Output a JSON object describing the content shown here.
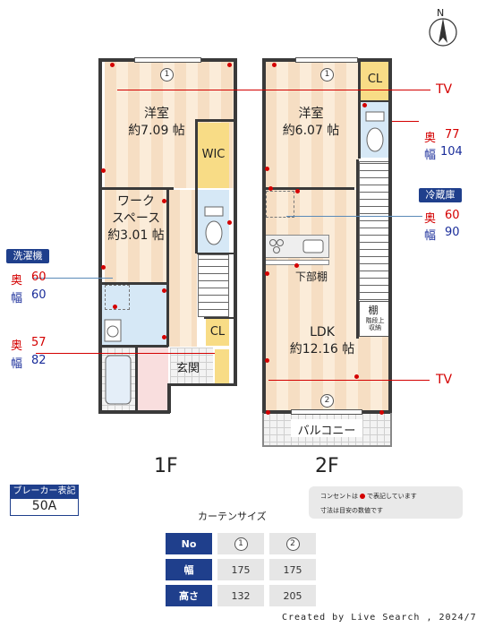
{
  "compass": {
    "label": "N"
  },
  "floor1": {
    "label": "1F",
    "rooms": {
      "western": "洋室\n約7.09 帖",
      "wic": "WIC",
      "workspace": "ワーク\nスペース\n約3.01 帖",
      "cl": "CL",
      "genkan": "玄関"
    },
    "window_num": "1"
  },
  "floor2": {
    "label": "2F",
    "rooms": {
      "western": "洋室\n約6.07 帖",
      "cl": "CL",
      "ldk": "LDK\n約12.16 帖",
      "lower_shelf": "下部棚",
      "shelf": "棚",
      "stair_storage": "階段上\n収納",
      "balcony": "バルコニー"
    },
    "window_num_top": "1",
    "window_num_bottom": "2"
  },
  "annotations": {
    "washer": {
      "tag": "洗濯機",
      "depth_label": "奥",
      "depth": "60",
      "width_label": "幅",
      "width": "60"
    },
    "laundry2": {
      "depth_label": "奥",
      "depth": "57",
      "width_label": "幅",
      "width": "82"
    },
    "fridge": {
      "tag": "冷蔵庫",
      "depth_label": "奥",
      "depth": "60",
      "width_label": "幅",
      "width": "90"
    },
    "top_right": {
      "depth_label": "奥",
      "depth": "77",
      "width_label": "幅",
      "width": "104"
    },
    "tv1": "TV",
    "tv2": "TV"
  },
  "breaker": {
    "title": "ブレーカー表記",
    "value": "50A"
  },
  "legend": {
    "line1_before": "コンセントは",
    "line1_after": "で表記しています",
    "line2": "寸法は目安の数値です"
  },
  "curtain": {
    "title": "カーテンサイズ",
    "headers": [
      "No",
      "幅",
      "高さ"
    ],
    "col1": [
      "1",
      "175",
      "132"
    ],
    "col2": [
      "2",
      "175",
      "205"
    ]
  },
  "footer": "Created by Live Search , 2024/7",
  "colors": {
    "accent_blue": "#1f3f8c",
    "outlet_red": "#d40000"
  }
}
